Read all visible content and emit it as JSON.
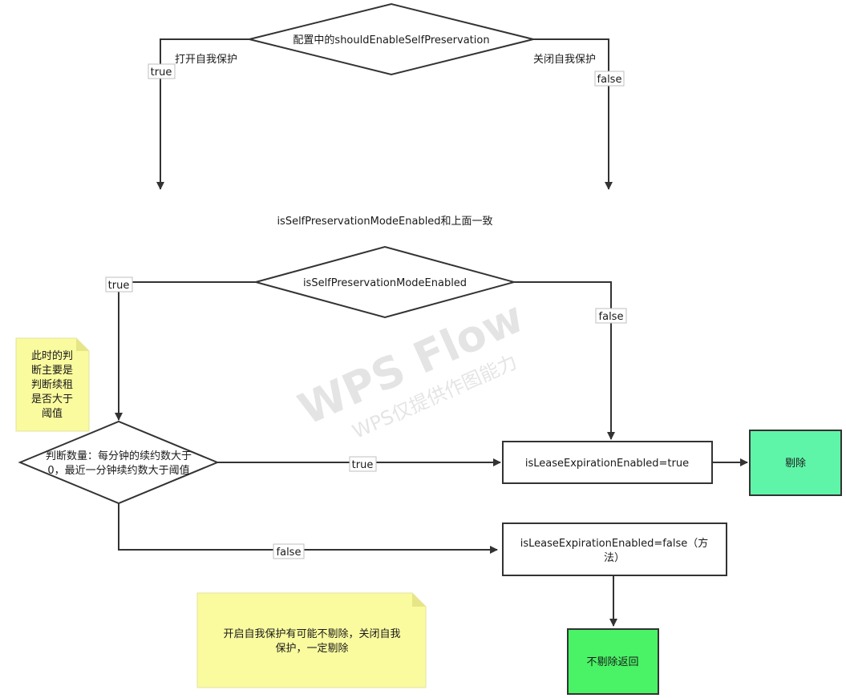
{
  "decisions": {
    "config": "配置中的shouldEnableSelfPreservation",
    "mode": "isSelfPreservationModeEnabled",
    "threshold_line1": "判断数量：每分钟的续约数大于",
    "threshold_line2": "0，最近一分钟续约数大于阈值"
  },
  "labels": {
    "open_protect": "打开自我保护",
    "close_protect": "关闭自我保护",
    "consistent": "isSelfPreservationModeEnabled和上面一致"
  },
  "edges": {
    "true_1": "true",
    "false_1": "false",
    "true_2": "true",
    "false_2": "false",
    "true_3": "true",
    "false_3": "false"
  },
  "boxes": {
    "lease_true": "isLeaseExpirationEnabled=true",
    "lease_false_line1": "isLeaseExpirationEnabled=false（方",
    "lease_false_line2": "法）",
    "evict": "剔除",
    "no_evict": "不剔除返回"
  },
  "notes": {
    "note1_lines": [
      "此时的判",
      "断主要是",
      "判断续租",
      "是否大于",
      "阈值"
    ],
    "note2_line1": "开启自我保护有可能不剔除，关闭自我",
    "note2_line2": "保护，一定剔除"
  },
  "watermark": {
    "main": "WPS Flow",
    "sub": "WPS仅提供作图能力"
  },
  "colors": {
    "evict_fill": "#5ff5a9",
    "no_evict_fill": "#49f365",
    "note_fill": "#fafa9f",
    "note_fold": "#e6e687"
  }
}
